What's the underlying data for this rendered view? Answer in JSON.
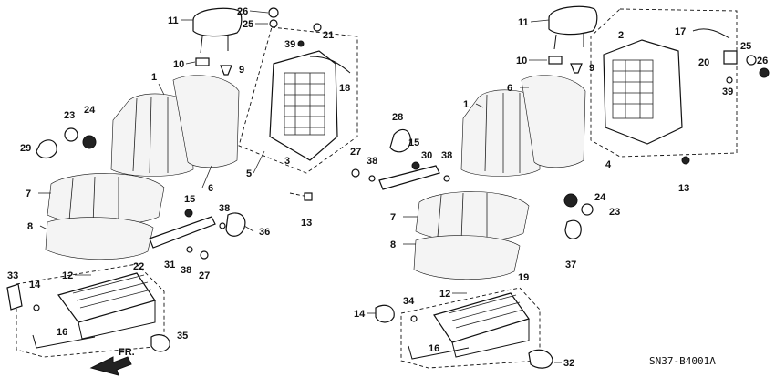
{
  "diagram": {
    "code": "SN37-B4001A",
    "direction_label": "FR."
  },
  "callouts_left": [
    "11",
    "26",
    "25",
    "21",
    "39",
    "10",
    "9",
    "1",
    "18",
    "23",
    "24",
    "29",
    "6",
    "5",
    "3",
    "7",
    "15",
    "38",
    "13",
    "36",
    "8",
    "31",
    "38",
    "27",
    "33",
    "22",
    "12",
    "14",
    "16",
    "35"
  ],
  "callouts_right": [
    "11",
    "17",
    "25",
    "26",
    "2",
    "10",
    "9",
    "20",
    "39",
    "6",
    "1",
    "28",
    "15",
    "30",
    "27",
    "38",
    "38",
    "4",
    "13",
    "7",
    "24",
    "23",
    "8",
    "37",
    "19",
    "12",
    "34",
    "14",
    "16",
    "32"
  ]
}
